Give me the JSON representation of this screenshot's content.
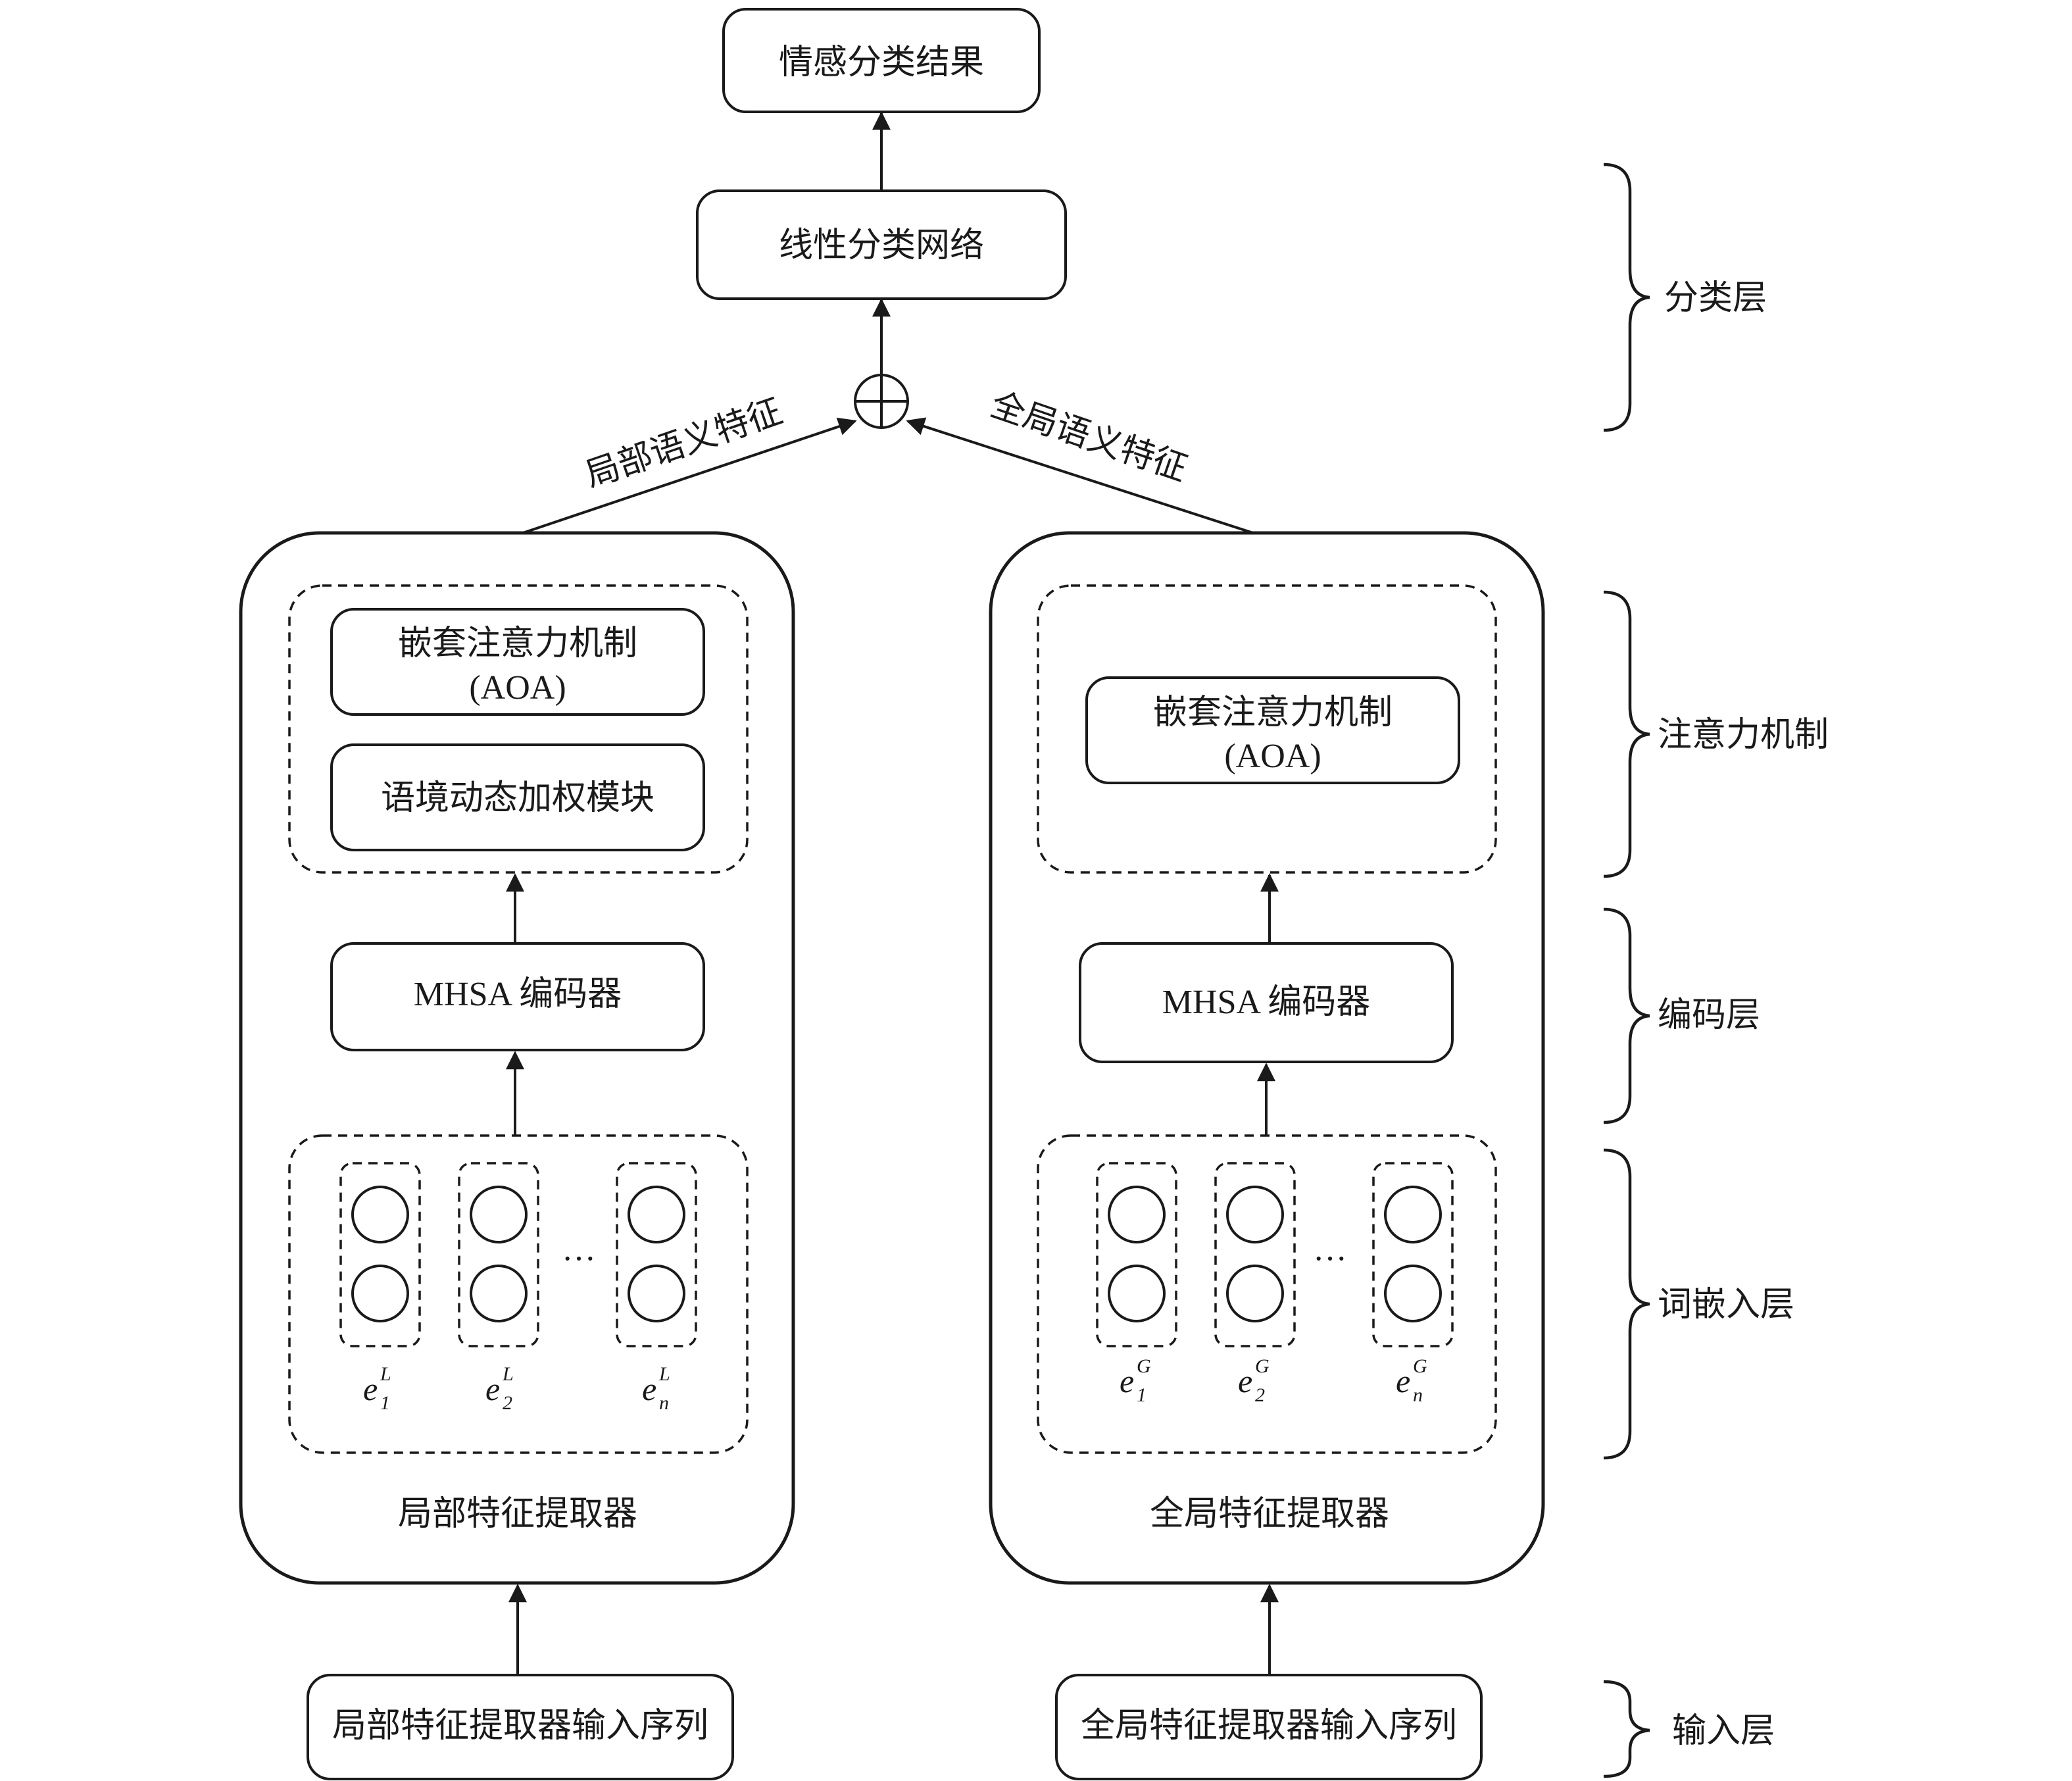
{
  "top": {
    "result": "情感分类结果",
    "linear": "线性分类网络"
  },
  "features": {
    "local_semantic": "局部语义特征",
    "global_semantic": "全局语义特征"
  },
  "local_branch": {
    "aoa_line1": "嵌套注意力机制",
    "aoa_line2": "(AOA)",
    "context_module": "语境动态加权模块",
    "encoder": "MHSA 编码器",
    "ellipsis": "···",
    "emb_base": "e",
    "emb_sup": "L",
    "emb_subs": [
      "1",
      "2",
      "n"
    ],
    "title": "局部特征提取器",
    "input": "局部特征提取器输入序列"
  },
  "global_branch": {
    "aoa_line1": "嵌套注意力机制",
    "aoa_line2": "(AOA)",
    "encoder": "MHSA 编码器",
    "ellipsis": "···",
    "emb_base": "e",
    "emb_sup": "G",
    "emb_subs": [
      "1",
      "2",
      "n"
    ],
    "title": "全局特征提取器",
    "input": "全局特征提取器输入序列"
  },
  "layers": {
    "classification": "分类层",
    "attention": "注意力机制",
    "encoding": "编码层",
    "embedding": "词嵌入层",
    "input": "输入层"
  }
}
